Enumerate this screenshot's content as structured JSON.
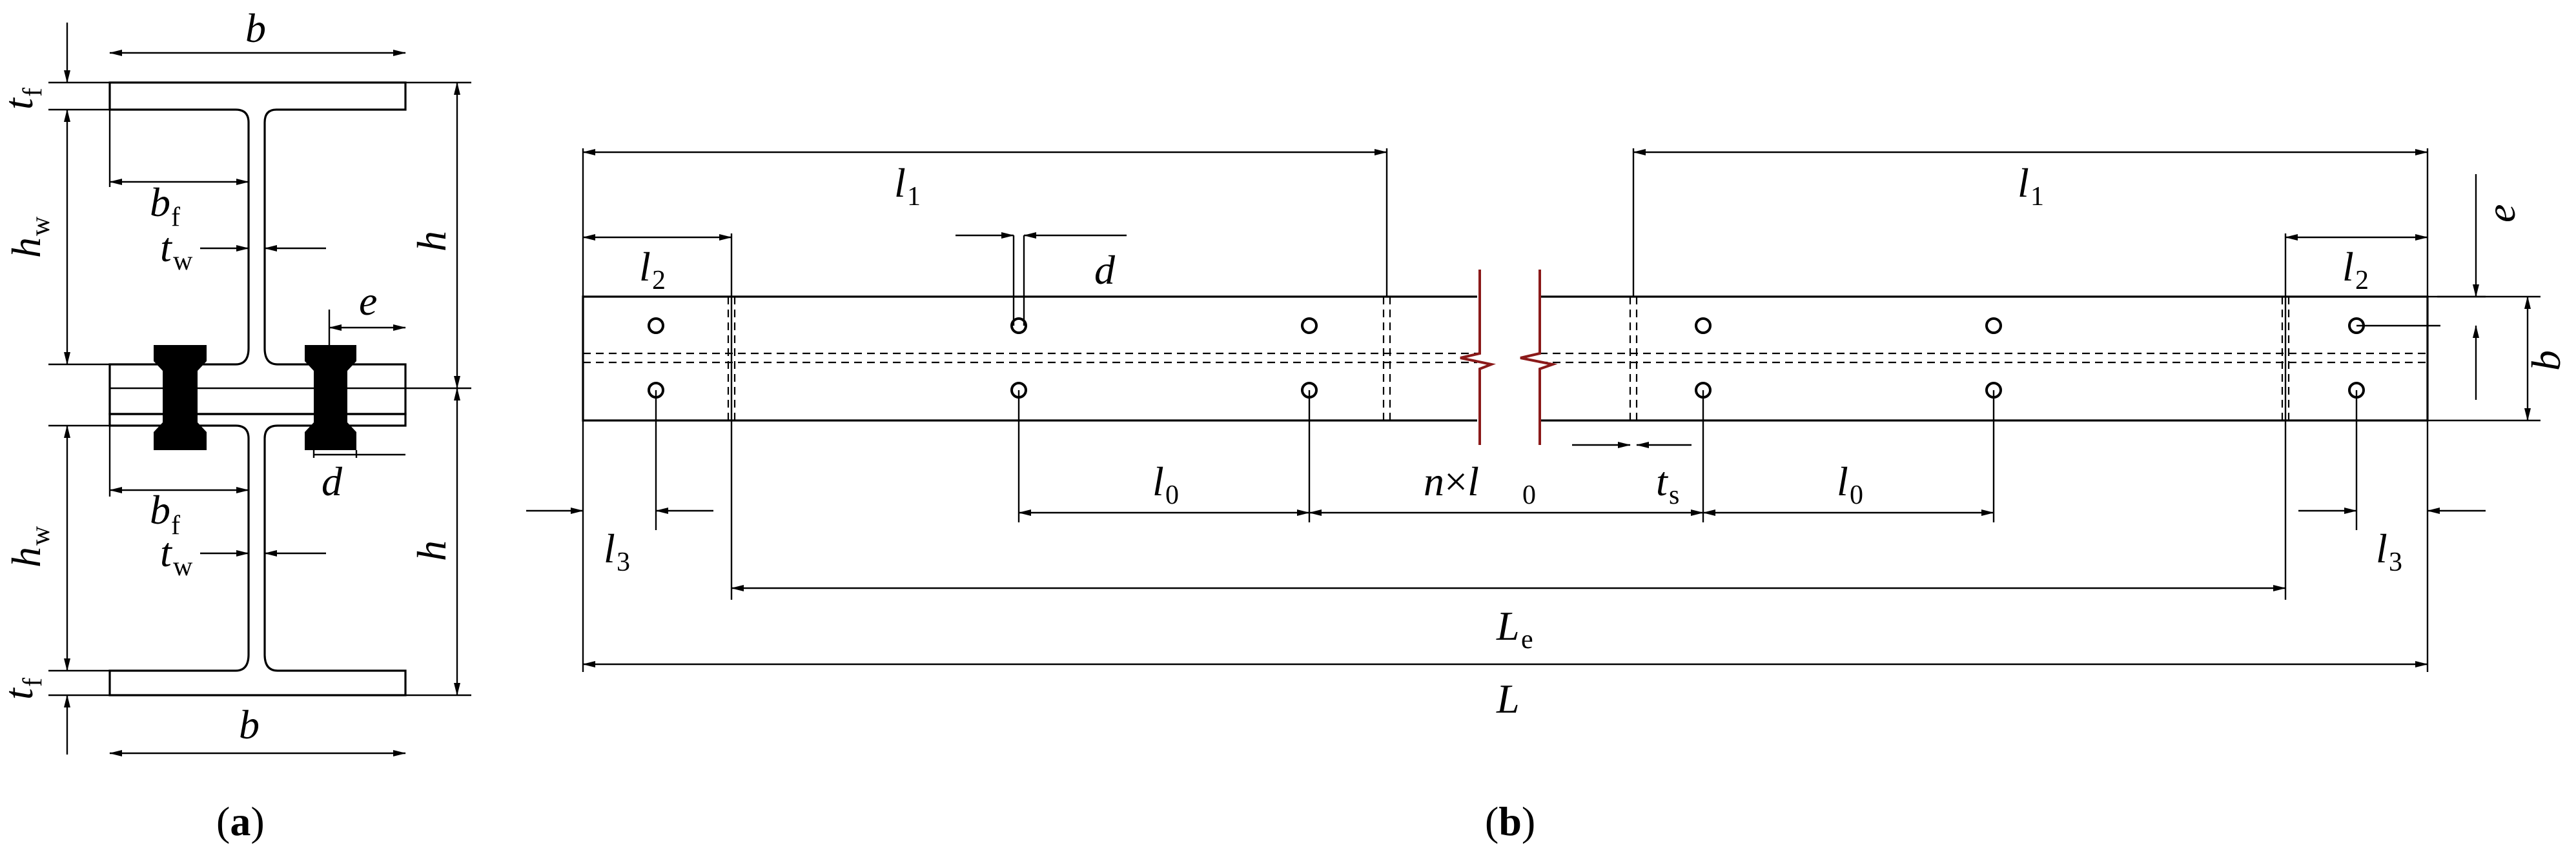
{
  "panel_a": {
    "caption_open": "(",
    "caption_letter": "a",
    "caption_close": ")",
    "labels": {
      "b_top": "b",
      "b_bottom": "b",
      "tf_top": "t",
      "tf_top_sub": "f",
      "tf_bottom": "t",
      "tf_bottom_sub": "f",
      "hw_top": "h",
      "hw_top_sub": "w",
      "hw_bottom": "h",
      "hw_bottom_sub": "w",
      "h_top": "h",
      "h_bottom": "h",
      "bf_top": "b",
      "bf_top_sub": "f",
      "bf_bottom": "b",
      "bf_bottom_sub": "f",
      "tw_top": "t",
      "tw_top_sub": "w",
      "tw_bottom": "t",
      "tw_bottom_sub": "w",
      "e": "e",
      "d": "d"
    }
  },
  "panel_b": {
    "caption_open": "(",
    "caption_letter": "b",
    "caption_close": ")",
    "labels": {
      "l1_left": "l",
      "l1_left_sub": "1",
      "l1_right": "l",
      "l1_right_sub": "1",
      "l2_left": "l",
      "l2_left_sub": "2",
      "l2_right": "l",
      "l2_right_sub": "2",
      "l3_left": "l",
      "l3_left_sub": "3",
      "l3_right": "l",
      "l3_right_sub": "3",
      "l0_left": "l",
      "l0_left_sub": "0",
      "l0_right": "l",
      "l0_right_sub": "0",
      "n_times_l0": "n",
      "times_sign": "×",
      "n_l0": "l",
      "n_l0_sub": "0",
      "d": "d",
      "ts": "t",
      "ts_sub": "s",
      "e": "e",
      "b": "b",
      "Le": "L",
      "Le_sub": "e",
      "L": "L"
    }
  }
}
